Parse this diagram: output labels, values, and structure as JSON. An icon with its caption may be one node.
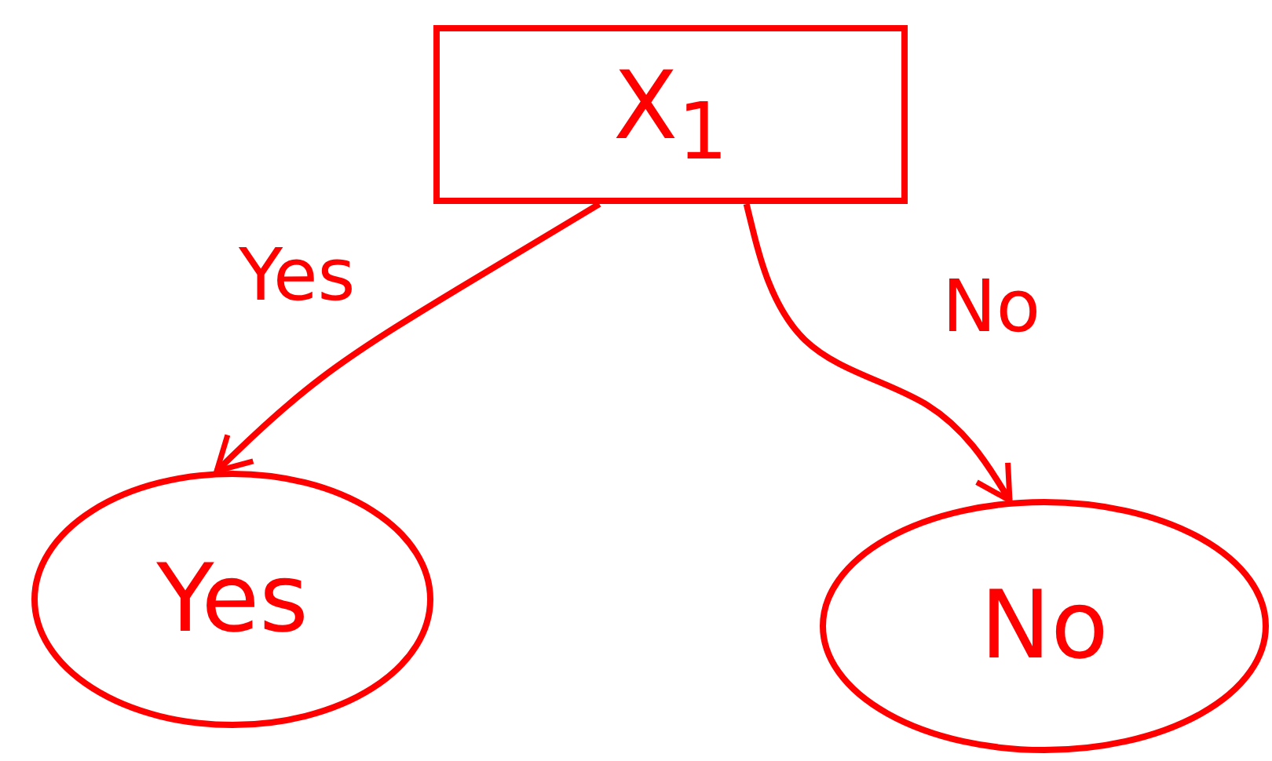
{
  "diagram": {
    "nodes": [
      {
        "text": [
          "X$_{1}$"
        ]
      },
      {
        "text": [
          "Yes"
        ]
      },
      {
        "text": [
          "No"
        ]
      }
    ],
    "edges": [
      {
        "from": 0,
        "to": 1,
        "arrow": "to",
        "label": "Yes"
      },
      {
        "from": 0,
        "to": 2,
        "arrow": "to",
        "label": "No"
      }
    ]
  }
}
